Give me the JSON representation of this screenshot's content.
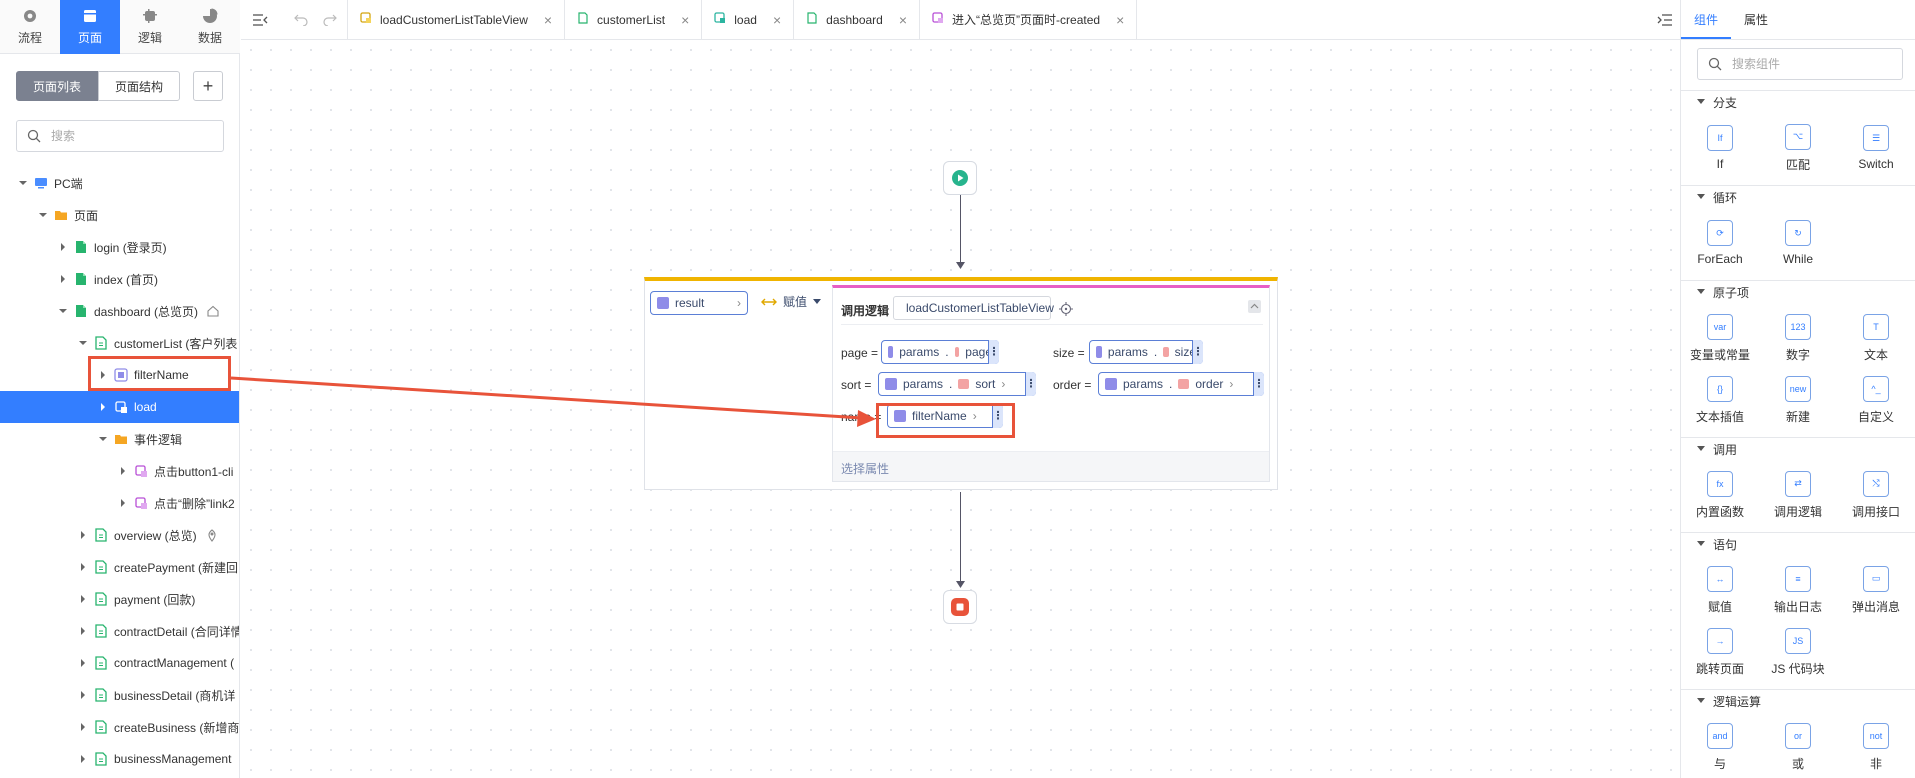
{
  "modes": [
    {
      "label": "流程",
      "icon": "gear-icon"
    },
    {
      "label": "页面",
      "icon": "page-icon",
      "active": true
    },
    {
      "label": "逻辑",
      "icon": "logic-icon"
    },
    {
      "label": "数据",
      "icon": "pie-chart-icon"
    }
  ],
  "left": {
    "seg_on": "页面列表",
    "seg_off": "页面结构",
    "add": "+",
    "search_placeholder": "搜索",
    "tree": [
      {
        "label": "PC端",
        "indent": 0,
        "icon": "monitor-icon",
        "caret": "down"
      },
      {
        "label": "页面",
        "indent": 1,
        "icon": "folder-icon",
        "caret": "down"
      },
      {
        "label": "login (登录页)",
        "indent": 2,
        "icon": "page-file-icon",
        "caret": "right"
      },
      {
        "label": "index (首页)",
        "indent": 2,
        "icon": "page-file-icon",
        "caret": "right"
      },
      {
        "label": "dashboard (总览页)",
        "indent": 2,
        "icon": "page-file-icon",
        "caret": "down",
        "tail": "home-icon"
      },
      {
        "label": "customerList (客户列表",
        "indent": 3,
        "icon": "page-file-outline-icon",
        "caret": "down"
      },
      {
        "label": "filterName",
        "indent": 4,
        "icon": "variable-icon",
        "caret": "right"
      },
      {
        "label": "load",
        "indent": 4,
        "icon": "logic-node-icon",
        "caret": "right",
        "selected": true
      },
      {
        "label": "事件逻辑",
        "indent": 4,
        "icon": "folder-icon",
        "caret": "down"
      },
      {
        "label": "点击button1-cli",
        "indent": 5,
        "icon": "event-logic-icon",
        "caret": "right"
      },
      {
        "label": "点击“删除”link2",
        "indent": 5,
        "icon": "event-logic-icon",
        "caret": "right"
      },
      {
        "label": "overview (总览)",
        "indent": 3,
        "icon": "page-file-outline-icon",
        "caret": "right",
        "tail": "location-icon"
      },
      {
        "label": "createPayment (新建回",
        "indent": 3,
        "icon": "page-file-outline-icon",
        "caret": "right"
      },
      {
        "label": "payment (回款)",
        "indent": 3,
        "icon": "page-file-outline-icon",
        "caret": "right"
      },
      {
        "label": "contractDetail (合同详情",
        "indent": 3,
        "icon": "page-file-outline-icon",
        "caret": "right"
      },
      {
        "label": "contractManagement (",
        "indent": 3,
        "icon": "page-file-outline-icon",
        "caret": "right"
      },
      {
        "label": "businessDetail (商机详",
        "indent": 3,
        "icon": "page-file-outline-icon",
        "caret": "right"
      },
      {
        "label": "createBusiness (新增商",
        "indent": 3,
        "icon": "page-file-outline-icon",
        "caret": "right"
      },
      {
        "label": "businessManagement",
        "indent": 3,
        "icon": "page-file-outline-icon",
        "caret": "right"
      }
    ]
  },
  "tabs": [
    {
      "label": "loadCustomerListTableView",
      "icon": "logic-tab-icon"
    },
    {
      "label": "customerList",
      "icon": "page-tab-icon"
    },
    {
      "label": "load",
      "icon": "load-tab-icon",
      "active": true
    },
    {
      "label": "dashboard",
      "icon": "page-tab-icon"
    },
    {
      "label": "进入“总览页”页面时-created",
      "icon": "event-tab-icon"
    }
  ],
  "canvas": {
    "result": "result",
    "assign": "赋值",
    "call_label": "调用逻辑",
    "call_target": "loadCustomerListTableView",
    "params": [
      {
        "name": "page =",
        "obj": "params",
        "prop": "page"
      },
      {
        "name": "size =",
        "obj": "params",
        "prop": "size"
      },
      {
        "name": "sort =",
        "obj": "params",
        "prop": "sort"
      },
      {
        "name": "order =",
        "obj": "params",
        "prop": "order"
      },
      {
        "name": "name =",
        "value": "filterName"
      }
    ],
    "dot": ".",
    "select_prop": "选择属性"
  },
  "right": {
    "tab_components": "组件",
    "tab_props": "属性",
    "search_placeholder": "搜索组件",
    "sections": [
      {
        "title": "分支",
        "items": [
          {
            "label": "If",
            "glyph": "If"
          },
          {
            "label": "匹配",
            "glyph": "⌥"
          },
          {
            "label": "Switch",
            "glyph": "☰"
          }
        ]
      },
      {
        "title": "循环",
        "items": [
          {
            "label": "ForEach",
            "glyph": "⟳"
          },
          {
            "label": "While",
            "glyph": "↻"
          }
        ]
      },
      {
        "title": "原子项",
        "items": [
          {
            "label": "变量或常量",
            "glyph": "var"
          },
          {
            "label": "数字",
            "glyph": "123"
          },
          {
            "label": "文本",
            "glyph": "T"
          },
          {
            "label": "文本插值",
            "glyph": "{}"
          },
          {
            "label": "新建",
            "glyph": "new"
          },
          {
            "label": "自定义",
            "glyph": "^_"
          }
        ]
      },
      {
        "title": "调用",
        "items": [
          {
            "label": "内置函数",
            "glyph": "fx"
          },
          {
            "label": "调用逻辑",
            "glyph": "⇄"
          },
          {
            "label": "调用接口",
            "glyph": "⤭"
          }
        ]
      },
      {
        "title": "语句",
        "items": [
          {
            "label": "赋值",
            "glyph": "↔"
          },
          {
            "label": "输出日志",
            "glyph": "≡"
          },
          {
            "label": "弹出消息",
            "glyph": "▭"
          },
          {
            "label": "跳转页面",
            "glyph": "→"
          },
          {
            "label": "JS 代码块",
            "glyph": "JS"
          }
        ]
      },
      {
        "title": "逻辑运算",
        "items": [
          {
            "label": "与",
            "glyph": "and"
          },
          {
            "label": "或",
            "glyph": "or"
          },
          {
            "label": "非",
            "glyph": "not"
          }
        ]
      }
    ]
  }
}
